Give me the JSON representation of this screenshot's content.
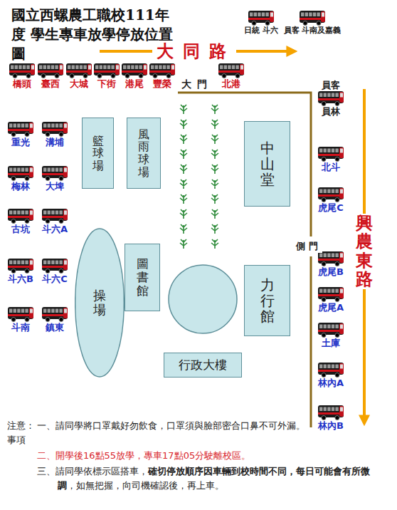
{
  "diagram": {
    "title": "國立西螺農工職校111年度 學生專車放學停放位置圖",
    "nodes": [
      {
        "text": [
          "橋頭"
        ]
      },
      {
        "text": [
          "臺西"
        ]
      },
      {
        "text": [
          "大城"
        ]
      },
      {
        "text": [
          "下街"
        ]
      },
      {
        "text": [
          "港尾"
        ]
      },
      {
        "text": [
          "豐榮"
        ]
      },
      {
        "text": [
          "北港"
        ]
      },
      {
        "text": [
          "員客",
          "員林"
        ]
      },
      {
        "text": [
          "重光"
        ]
      },
      {
        "text": [
          "溝埔"
        ]
      },
      {
        "text": [
          "梅林"
        ]
      },
      {
        "text": [
          "大埤"
        ]
      },
      {
        "text": [
          "古坑"
        ]
      },
      {
        "text": [
          "斗六A"
        ]
      },
      {
        "text": [
          "斗六B"
        ]
      },
      {
        "text": [
          "斗六C"
        ]
      },
      {
        "text": [
          "斗南"
        ]
      },
      {
        "text": [
          "鎮東"
        ]
      },
      {
        "text": [
          "籃球場"
        ]
      },
      {
        "text": [
          "風雨球場"
        ]
      },
      {
        "text": [
          "中山堂"
        ]
      },
      {
        "text": [
          "操場"
        ]
      },
      {
        "text": [
          "圖書館"
        ]
      },
      {
        "text": [
          "力行館"
        ]
      },
      {
        "text": [
          "行政大樓"
        ]
      },
      {
        "text": [
          "北斗"
        ]
      },
      {
        "text": [
          "虎尾C"
        ]
      },
      {
        "text": [
          "虎尾B"
        ]
      },
      {
        "text": [
          "虎尾A"
        ]
      },
      {
        "text": [
          "土庫"
        ]
      },
      {
        "text": [
          "林內A"
        ]
      },
      {
        "text": [
          "林內B"
        ]
      }
    ],
    "labels": [
      "大同路",
      "興農東路",
      "大門",
      "側門",
      "注意： 事項",
      "一、請同學將口罩戴好勿飲食，口罩須與臉部密合口鼻不可外漏。",
      "二、開學後16點55放學，專車17點05分駛離校區。",
      "三、請同學依標示區搭車，",
      "確切停放順序因車輛到校時間不同，每日可能會有所微調",
      "，如無把握，向司機確認後，再上車。"
    ],
    "legend": [
      {
        "text": "日統 斗六"
      },
      {
        "text": "員客 斗南及嘉義"
      }
    ]
  }
}
